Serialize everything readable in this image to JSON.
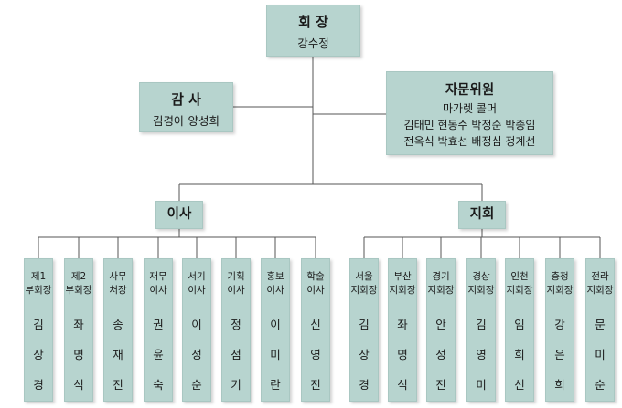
{
  "chairman": {
    "title": "회 장",
    "name": "강수정"
  },
  "auditor": {
    "title": "감 사",
    "names": "김경아 양성희"
  },
  "advisors": {
    "title": "자문위원",
    "line1": "마가렛 콜머",
    "line2": "김태민 현동수 박정순 박종임",
    "line3": "전옥식 박효선 배정심 정계선"
  },
  "directors": {
    "title": "이사",
    "members": [
      {
        "role": "제1\n부회장",
        "name": [
          "김",
          "상",
          "경"
        ]
      },
      {
        "role": "제2\n부회장",
        "name": [
          "좌",
          "명",
          "식"
        ]
      },
      {
        "role": "사무\n처장",
        "name": [
          "송",
          "재",
          "진"
        ]
      },
      {
        "role": "재무\n이사",
        "name": [
          "권",
          "윤",
          "숙"
        ]
      },
      {
        "role": "서기\n이사",
        "name": [
          "이",
          "성",
          "순"
        ]
      },
      {
        "role": "기획\n이사",
        "name": [
          "정",
          "점",
          "기"
        ]
      },
      {
        "role": "홍보\n이사",
        "name": [
          "이",
          "미",
          "란"
        ]
      },
      {
        "role": "학술\n이사",
        "name": [
          "신",
          "영",
          "진"
        ]
      }
    ]
  },
  "branches": {
    "title": "지회",
    "members": [
      {
        "role": "서울\n지회장",
        "name": [
          "김",
          "상",
          "경"
        ]
      },
      {
        "role": "부산\n지회장",
        "name": [
          "좌",
          "명",
          "식"
        ]
      },
      {
        "role": "경기\n지회장",
        "name": [
          "안",
          "성",
          "진"
        ]
      },
      {
        "role": "경상\n지회장",
        "name": [
          "김",
          "영",
          "미"
        ]
      },
      {
        "role": "인천\n지회장",
        "name": [
          "임",
          "희",
          "선"
        ]
      },
      {
        "role": "충청\n지회장",
        "name": [
          "강",
          "은",
          "희"
        ]
      },
      {
        "role": "전라\n지회장",
        "name": [
          "문",
          "미",
          "순"
        ]
      }
    ]
  }
}
